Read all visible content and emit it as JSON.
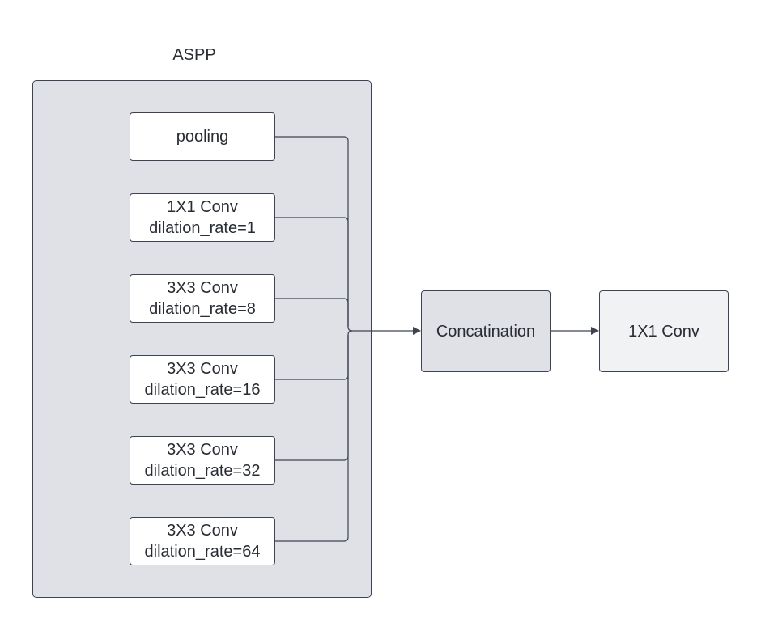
{
  "aspp": {
    "title": "ASPP",
    "branches": [
      {
        "line1": "pooling",
        "line2": ""
      },
      {
        "line1": "1X1 Conv",
        "line2": "dilation_rate=1"
      },
      {
        "line1": "3X3 Conv",
        "line2": "dilation_rate=8"
      },
      {
        "line1": "3X3 Conv",
        "line2": "dilation_rate=16"
      },
      {
        "line1": "3X3 Conv",
        "line2": "dilation_rate=32"
      },
      {
        "line1": "3X3 Conv",
        "line2": "dilation_rate=64"
      }
    ]
  },
  "concat": {
    "label": "Concatination"
  },
  "output": {
    "label": "1X1 Conv"
  },
  "colors": {
    "group_fill": "#dfe1e6",
    "concat_fill": "#dfe1e6",
    "output_fill": "#f1f2f4",
    "stroke": "#3d4350",
    "text": "#282c33"
  }
}
